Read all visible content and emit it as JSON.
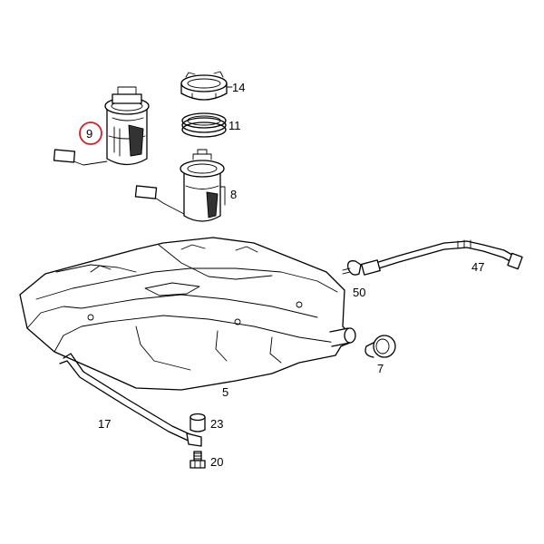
{
  "diagram": {
    "callouts": [
      {
        "id": "fuel-pump-module-left",
        "label": "9",
        "highlighted": true
      },
      {
        "id": "lock-ring",
        "label": "14"
      },
      {
        "id": "seal-ring",
        "label": "11"
      },
      {
        "id": "fuel-sender-unit",
        "label": "8"
      },
      {
        "id": "fuel-line",
        "label": "47"
      },
      {
        "id": "hose-clamp",
        "label": "50"
      },
      {
        "id": "filler-neck-sleeve",
        "label": "7"
      },
      {
        "id": "fuel-tank",
        "label": "5"
      },
      {
        "id": "tank-strap",
        "label": "17"
      },
      {
        "id": "rubber-buffer",
        "label": "23"
      },
      {
        "id": "strap-bolt",
        "label": "20"
      }
    ],
    "highlight_color": "#d0202a"
  }
}
